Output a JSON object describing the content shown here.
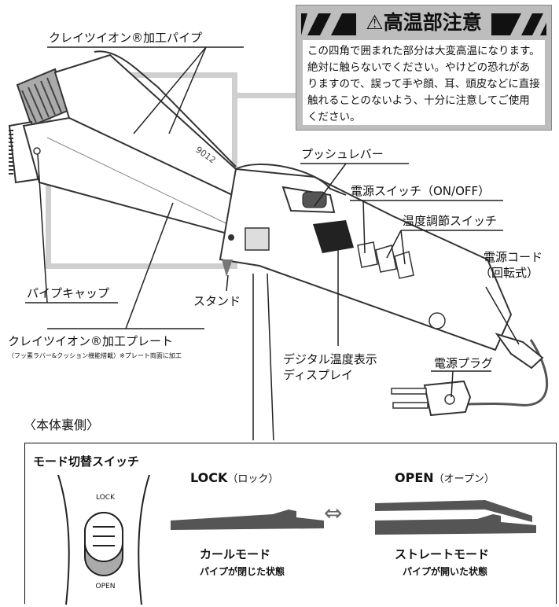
{
  "warning": {
    "title": "⚠高温部注意",
    "body": "この四角で囲まれた部分は大変高温になります。絶対に触らないでください。やけどの恐れがありますので、誤って手や顔、耳、頭皮などに直接触れることのないよう、十分に注意してご使用ください。"
  },
  "labels": {
    "pipe": "クレイツイオン®加工パイプ",
    "push_lever": "プッシュレバー",
    "power_switch": "電源スイッチ（ON/OFF）",
    "temp_switch": "温度調節スイッチ",
    "cord_line1": "電源コード",
    "cord_line2": "（回転式）",
    "pipe_cap": "パイプキャップ",
    "stand": "スタンド",
    "plate": "クレイツイオン®加工プレート",
    "plate_note": "（フッ素ラバー&クッション機能搭載）※プレート両面に加工",
    "display_line1": "デジタル温度表示",
    "display_line2": "ディスプレイ",
    "plug": "電源プラグ",
    "device_marking": "9012"
  },
  "underside": {
    "heading": "〈本体裏側〉",
    "mode_switch": "モード切替スイッチ",
    "switch_lock": "LOCK",
    "switch_open": "OPEN",
    "lock_title": "LOCK",
    "lock_sub": "（ロック）",
    "open_title": "OPEN",
    "open_sub": "（オープン）",
    "arrow": "⇔",
    "curl_mode": "カールモード",
    "curl_desc": "パイプが閉じた状態",
    "straight_mode": "ストレートモード",
    "straight_desc": "パイプが開いた状態"
  }
}
